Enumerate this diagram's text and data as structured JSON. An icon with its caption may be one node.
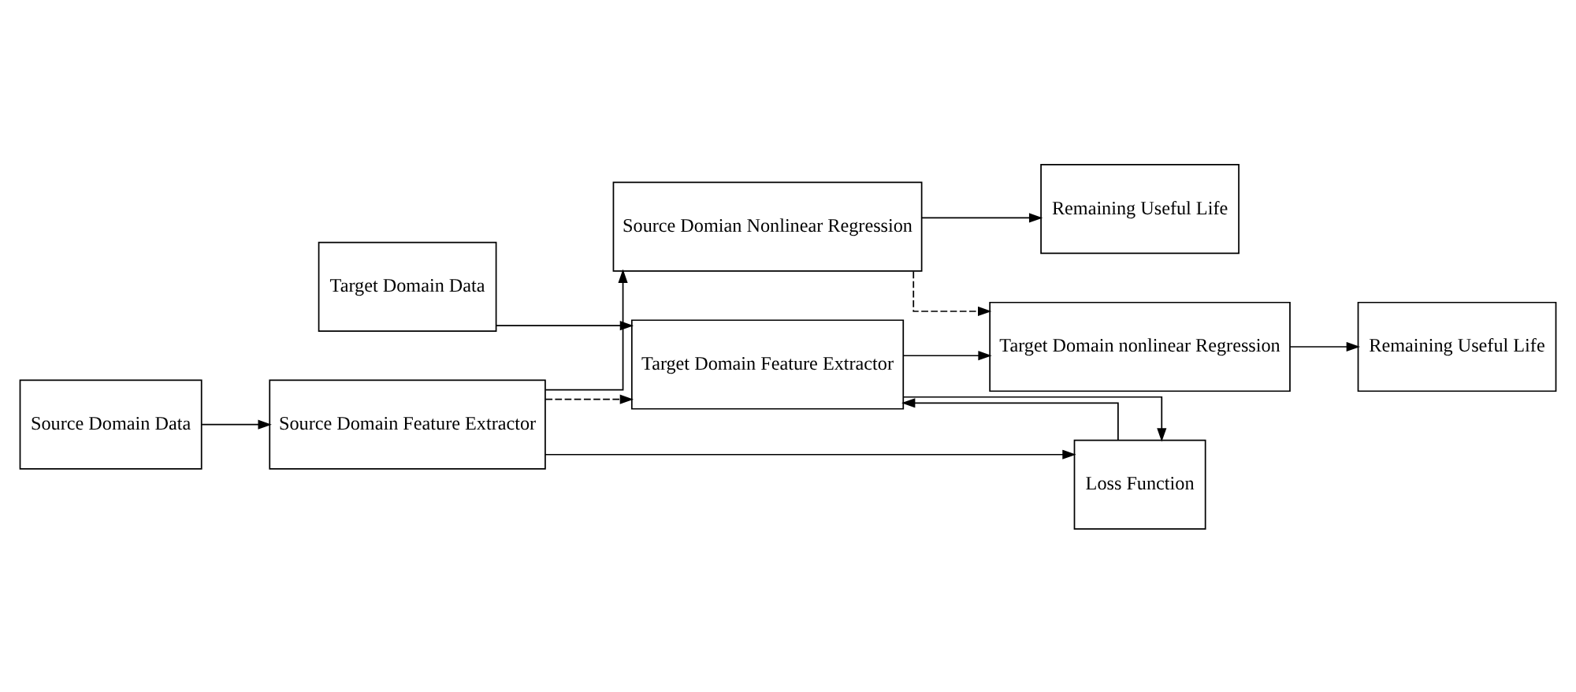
{
  "diagram": {
    "nodes": [
      {
        "text": [
          "Source Domain Data"
        ]
      },
      {
        "text": [
          "Source Domain Feature Extractor"
        ]
      },
      {
        "text": [
          "Source Domian Nonlinear Regression"
        ]
      },
      {
        "text": [
          "Remaining Useful Life"
        ]
      },
      {
        "text": [
          "Loss Function"
        ]
      },
      {
        "text": [
          "Target Domain Data"
        ]
      },
      {
        "text": [
          "Target Domain Feature Extractor"
        ]
      },
      {
        "text": [
          "Target Domain nonlinear Regression"
        ]
      },
      {
        "text": [
          "Remaining Useful Life"
        ]
      }
    ],
    "edges": [
      {
        "from": 0,
        "to": 1,
        "arrow": "to"
      },
      {
        "from": 1,
        "to": 2,
        "arrow": "to"
      },
      {
        "from": 2,
        "to": 3,
        "arrow": "to"
      },
      {
        "from": 1,
        "to": 4,
        "arrow": "to"
      },
      {
        "from": 6,
        "to": 4,
        "arrow": "to"
      },
      {
        "from": 1,
        "to": 6,
        "arrow": "to",
        "style": "dashed"
      },
      {
        "from": 2,
        "to": 7,
        "arrow": "to",
        "style": "dashed"
      },
      {
        "from": 5,
        "to": 6,
        "arrow": "to"
      },
      {
        "from": 6,
        "to": 7,
        "arrow": "to"
      },
      {
        "from": 7,
        "to": 8,
        "arrow": "to"
      },
      {
        "from": 4,
        "to": 6,
        "arrow": "to"
      }
    ]
  }
}
